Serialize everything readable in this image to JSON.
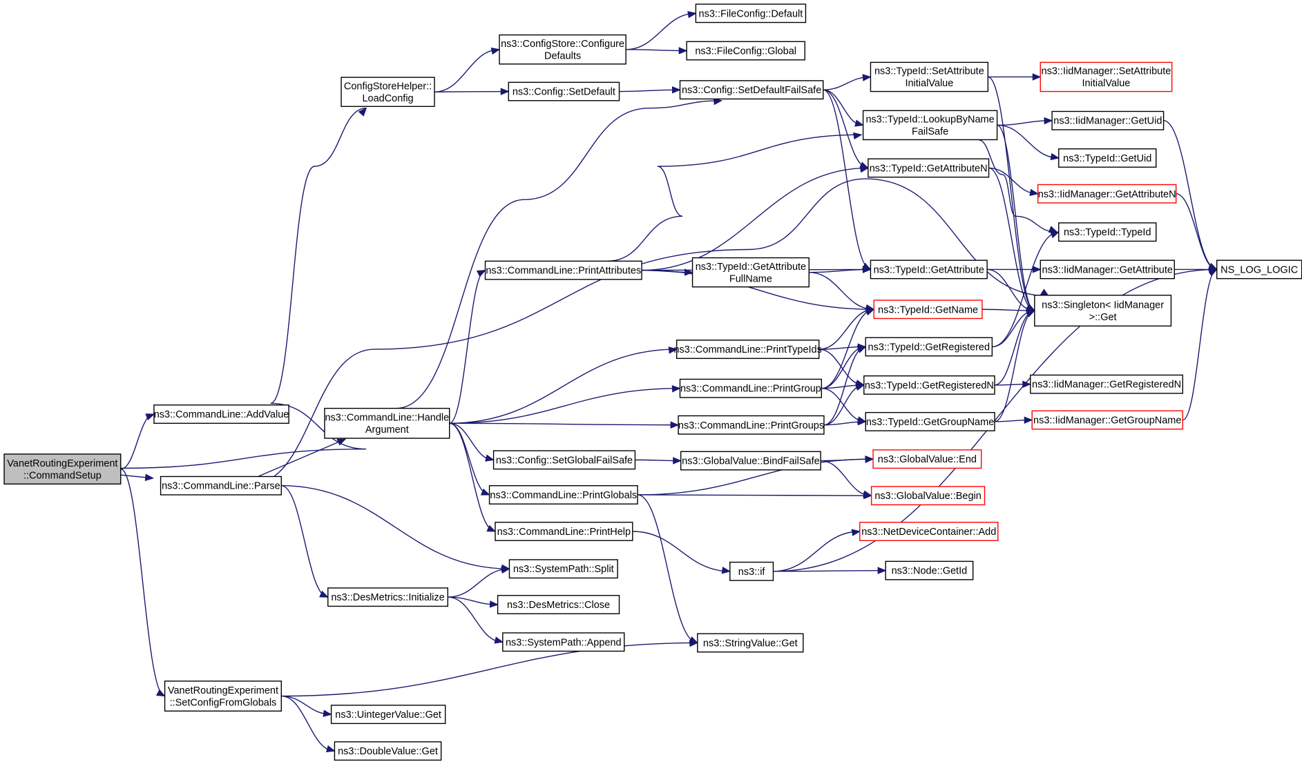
{
  "colors": {
    "edge": "#191970",
    "node_border": "#000000",
    "truncated_border": "#ff0000",
    "root_fill": "#bfbfbf",
    "node_fill": "#ffffff"
  },
  "nodes": [
    {
      "id": "cmdsetup",
      "lines": [
        "VanetRoutingExperiment",
        "::CommandSetup"
      ],
      "kind": "root"
    },
    {
      "id": "addvalue",
      "lines": [
        "ns3::CommandLine::AddValue"
      ]
    },
    {
      "id": "loadconfig",
      "lines": [
        "ConfigStoreHelper::",
        "LoadConfig"
      ]
    },
    {
      "id": "parse",
      "lines": [
        "ns3::CommandLine::Parse"
      ]
    },
    {
      "id": "setconfigglobals",
      "lines": [
        "VanetRoutingExperiment",
        "::SetConfigFromGlobals"
      ]
    },
    {
      "id": "configdefaults",
      "lines": [
        "ns3::ConfigStore::Configure",
        "Defaults"
      ]
    },
    {
      "id": "setdefault",
      "lines": [
        "ns3::Config::SetDefault"
      ]
    },
    {
      "id": "handlearg",
      "lines": [
        "ns3::CommandLine::Handle",
        "Argument"
      ]
    },
    {
      "id": "desinit",
      "lines": [
        "ns3::DesMetrics::Initialize"
      ]
    },
    {
      "id": "uintget",
      "lines": [
        "ns3::UintegerValue::Get"
      ]
    },
    {
      "id": "doubleget",
      "lines": [
        "ns3::DoubleValue::Get"
      ]
    },
    {
      "id": "fcdefault",
      "lines": [
        "ns3::FileConfig::Default"
      ]
    },
    {
      "id": "fcglobal",
      "lines": [
        "ns3::FileConfig::Global"
      ]
    },
    {
      "id": "setdefaultfs",
      "lines": [
        "ns3::Config::SetDefaultFailSafe"
      ]
    },
    {
      "id": "printattrs",
      "lines": [
        "ns3::CommandLine::PrintAttributes"
      ]
    },
    {
      "id": "printtypeids",
      "lines": [
        "ns3::CommandLine::PrintTypeIds"
      ]
    },
    {
      "id": "printgroup",
      "lines": [
        "ns3::CommandLine::PrintGroup"
      ]
    },
    {
      "id": "printgroups",
      "lines": [
        "ns3::CommandLine::PrintGroups"
      ]
    },
    {
      "id": "setglobalfs",
      "lines": [
        "ns3::Config::SetGlobalFailSafe"
      ]
    },
    {
      "id": "printglobals",
      "lines": [
        "ns3::CommandLine::PrintGlobals"
      ]
    },
    {
      "id": "printhelp",
      "lines": [
        "ns3::CommandLine::PrintHelp"
      ]
    },
    {
      "id": "split",
      "lines": [
        "ns3::SystemPath::Split"
      ]
    },
    {
      "id": "desclose",
      "lines": [
        "ns3::DesMetrics::Close"
      ]
    },
    {
      "id": "append",
      "lines": [
        "ns3::SystemPath::Append"
      ]
    },
    {
      "id": "attrfullname",
      "lines": [
        "ns3::TypeId::GetAttribute",
        "FullName"
      ]
    },
    {
      "id": "bindfs",
      "lines": [
        "ns3::GlobalValue::BindFailSafe"
      ]
    },
    {
      "id": "nsif",
      "lines": [
        "ns3::if"
      ]
    },
    {
      "id": "stringget",
      "lines": [
        "ns3::StringValue::Get"
      ]
    },
    {
      "id": "tsetattrinit",
      "lines": [
        "ns3::TypeId::SetAttribute",
        "InitialValue"
      ]
    },
    {
      "id": "tlookup",
      "lines": [
        "ns3::TypeId::LookupByName",
        "FailSafe"
      ]
    },
    {
      "id": "tgetattrn",
      "lines": [
        "ns3::TypeId::GetAttributeN"
      ]
    },
    {
      "id": "tgetattr",
      "lines": [
        "ns3::TypeId::GetAttribute"
      ]
    },
    {
      "id": "tgetname",
      "lines": [
        "ns3::TypeId::GetName"
      ],
      "kind": "truncated"
    },
    {
      "id": "tgetregistered",
      "lines": [
        "ns3::TypeId::GetRegistered"
      ]
    },
    {
      "id": "tgetregisteredn",
      "lines": [
        "ns3::TypeId::GetRegisteredN"
      ]
    },
    {
      "id": "tgetgroupname",
      "lines": [
        "ns3::TypeId::GetGroupName"
      ]
    },
    {
      "id": "gvend",
      "lines": [
        "ns3::GlobalValue::End"
      ],
      "kind": "truncated"
    },
    {
      "id": "gvbegin",
      "lines": [
        "ns3::GlobalValue::Begin"
      ],
      "kind": "truncated"
    },
    {
      "id": "ndcadd",
      "lines": [
        "ns3::NetDeviceContainer::Add"
      ],
      "kind": "truncated"
    },
    {
      "id": "nodegetid",
      "lines": [
        "ns3::Node::GetId"
      ]
    },
    {
      "id": "iidsetattrinit",
      "lines": [
        "ns3::IidManager::SetAttribute",
        "InitialValue"
      ],
      "kind": "truncated"
    },
    {
      "id": "iidgetuid",
      "lines": [
        "ns3::IidManager::GetUid"
      ]
    },
    {
      "id": "tgetuid",
      "lines": [
        "ns3::TypeId::GetUid"
      ]
    },
    {
      "id": "iidgetattrn",
      "lines": [
        "ns3::IidManager::GetAttributeN"
      ],
      "kind": "truncated"
    },
    {
      "id": "ttypeid",
      "lines": [
        "ns3::TypeId::TypeId"
      ]
    },
    {
      "id": "iidgetattr",
      "lines": [
        "ns3::IidManager::GetAttribute"
      ]
    },
    {
      "id": "singleton",
      "lines": [
        "ns3::Singleton< IidManager",
        ">::Get"
      ]
    },
    {
      "id": "iidgetregn",
      "lines": [
        "ns3::IidManager::GetRegisteredN"
      ]
    },
    {
      "id": "iidgetgroupname",
      "lines": [
        "ns3::IidManager::GetGroupName"
      ],
      "kind": "truncated"
    },
    {
      "id": "nslog",
      "lines": [
        "NS_LOG_LOGIC"
      ]
    }
  ],
  "edges": [
    [
      "cmdsetup",
      "addvalue"
    ],
    [
      "cmdsetup",
      "loadconfig"
    ],
    [
      "cmdsetup",
      "parse"
    ],
    [
      "cmdsetup",
      "setconfigglobals"
    ],
    [
      "loadconfig",
      "configdefaults"
    ],
    [
      "loadconfig",
      "setdefault"
    ],
    [
      "configdefaults",
      "fcdefault"
    ],
    [
      "configdefaults",
      "fcglobal"
    ],
    [
      "setdefault",
      "setdefaultfs"
    ],
    [
      "setdefaultfs",
      "tsetattrinit"
    ],
    [
      "setdefaultfs",
      "tlookup"
    ],
    [
      "setdefaultfs",
      "tgetattrn"
    ],
    [
      "setdefaultfs",
      "tgetattr"
    ],
    [
      "tsetattrinit",
      "iidsetattrinit"
    ],
    [
      "tsetattrinit",
      "singleton"
    ],
    [
      "tlookup",
      "iidgetuid"
    ],
    [
      "tlookup",
      "tgetuid"
    ],
    [
      "tlookup",
      "ttypeid"
    ],
    [
      "tlookup",
      "singleton"
    ],
    [
      "tgetattrn",
      "iidgetattrn"
    ],
    [
      "tgetattrn",
      "singleton"
    ],
    [
      "tgetattr",
      "iidgetattr"
    ],
    [
      "tgetattr",
      "singleton"
    ],
    [
      "tgetname",
      "singleton"
    ],
    [
      "tgetregistered",
      "ttypeid"
    ],
    [
      "tgetregistered",
      "singleton"
    ],
    [
      "tgetregisteredn",
      "iidgetregn"
    ],
    [
      "tgetregisteredn",
      "singleton"
    ],
    [
      "tgetgroupname",
      "iidgetgroupname"
    ],
    [
      "tgetgroupname",
      "singleton"
    ],
    [
      "iidgetuid",
      "nslog"
    ],
    [
      "iidgetattrn",
      "nslog"
    ],
    [
      "iidgetattr",
      "nslog"
    ],
    [
      "iidgetgroupname",
      "nslog"
    ],
    [
      "parse",
      "handlearg"
    ],
    [
      "parse",
      "split"
    ],
    [
      "parse",
      "desinit"
    ],
    [
      "parse",
      "tgetattrn"
    ],
    [
      "handlearg",
      "setdefaultfs"
    ],
    [
      "handlearg",
      "printattrs"
    ],
    [
      "handlearg",
      "printtypeids"
    ],
    [
      "handlearg",
      "printgroup"
    ],
    [
      "handlearg",
      "printgroups"
    ],
    [
      "handlearg",
      "setglobalfs"
    ],
    [
      "handlearg",
      "printglobals"
    ],
    [
      "handlearg",
      "printhelp"
    ],
    [
      "printattrs",
      "tlookup"
    ],
    [
      "printattrs",
      "tgetattrn"
    ],
    [
      "printattrs",
      "tgetattr"
    ],
    [
      "printattrs",
      "attrfullname"
    ],
    [
      "printattrs",
      "tgetname"
    ],
    [
      "attrfullname",
      "tgetattr"
    ],
    [
      "attrfullname",
      "tgetname"
    ],
    [
      "printtypeids",
      "tgetregistered"
    ],
    [
      "printtypeids",
      "tgetregisteredn"
    ],
    [
      "printtypeids",
      "tgetname"
    ],
    [
      "printgroup",
      "tgetregistered"
    ],
    [
      "printgroup",
      "tgetregisteredn"
    ],
    [
      "printgroup",
      "tgetname"
    ],
    [
      "printgroup",
      "tgetgroupname"
    ],
    [
      "printgroups",
      "tgetregistered"
    ],
    [
      "printgroups",
      "tgetregisteredn"
    ],
    [
      "printgroups",
      "tgetgroupname"
    ],
    [
      "setglobalfs",
      "bindfs"
    ],
    [
      "bindfs",
      "gvend"
    ],
    [
      "bindfs",
      "gvbegin"
    ],
    [
      "printglobals",
      "gvend"
    ],
    [
      "printglobals",
      "gvbegin"
    ],
    [
      "printglobals",
      "stringget"
    ],
    [
      "printhelp",
      "nsif"
    ],
    [
      "nsif",
      "ndcadd"
    ],
    [
      "nsif",
      "nodegetid"
    ],
    [
      "nsif",
      "nslog"
    ],
    [
      "desinit",
      "split"
    ],
    [
      "desinit",
      "desclose"
    ],
    [
      "desinit",
      "append"
    ],
    [
      "setconfigglobals",
      "stringget"
    ],
    [
      "setconfigglobals",
      "uintget"
    ],
    [
      "setconfigglobals",
      "doubleget"
    ]
  ]
}
